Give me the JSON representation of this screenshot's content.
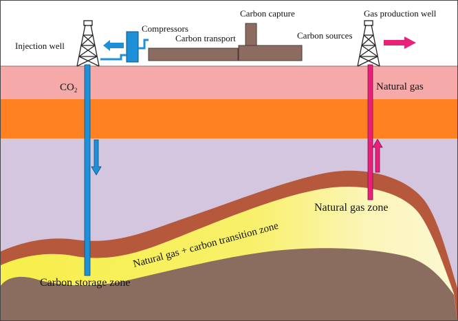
{
  "labels": {
    "injection_well": "Injection well",
    "compressors": "Compressors",
    "carbon_capture": "Carbon capture",
    "carbon_transport": "Carbon transport",
    "carbon_sources": "Carbon sources",
    "gas_production_well": "Gas production well",
    "co2": "CO",
    "co2_subscript": "2",
    "natural_gas": "Natural gas",
    "natural_gas_zone": "Natural gas zone",
    "transition_zone": "Natural gas + carbon transition zone",
    "carbon_storage_zone": "Carbon storage zone"
  },
  "colors": {
    "layer_pink": "#f6a9a9",
    "layer_orange": "#ff8020",
    "layer_lavender": "#d5c6e0",
    "cap_rock": "#b5583c",
    "gas_zone_yellow": "#f7ef5c",
    "gas_zone_light": "#fbf6c4",
    "bedrock": "#8a6d5f",
    "facility_brown": "#8c6b60",
    "injection_blue": "#1e90d8",
    "production_pink": "#e8207a"
  }
}
